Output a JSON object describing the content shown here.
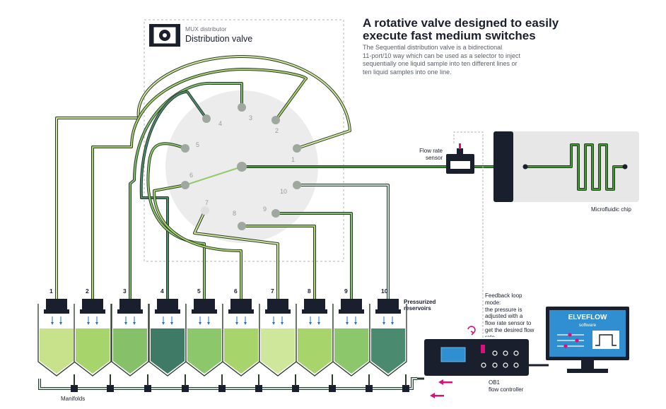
{
  "headline": {
    "line1": "A rotative valve designed to easily",
    "line2": "execute fast medium switches"
  },
  "description": {
    "line1": "The Sequential distribution valve is a bidirectional",
    "line2": "11-port/10 way which can be used as a selector to inject",
    "line3": "sequentially one liquid sample into ten different lines or",
    "line4": "ten liquid samples into one line."
  },
  "mux": {
    "category": "MUX distributor",
    "title": "Distribution valve",
    "icon": "valve-icon"
  },
  "valve_ports": [
    "1",
    "2",
    "3",
    "4",
    "5",
    "6",
    "7",
    "8",
    "9",
    "10"
  ],
  "flow_sensor": {
    "line1": "Flow rate",
    "line2": "sensor"
  },
  "chip": {
    "label": "Microfluidic chip"
  },
  "reservoirs": {
    "label_line1": "Pressurized",
    "label_line2": "reservoirs",
    "numbers": [
      "1",
      "2",
      "3",
      "4",
      "5",
      "6",
      "7",
      "8",
      "9",
      "10"
    ]
  },
  "manifolds": {
    "label": "Manifolds"
  },
  "feedback": {
    "line1": "Feedback loop",
    "line2": "mode:",
    "line3": "the pressure is",
    "line4": "adjusted with a",
    "line5": "flow rate sensor to",
    "line6": "get the desired flow",
    "line7": "rate"
  },
  "controller": {
    "line1": "OB1",
    "line2": "flow controller"
  },
  "software": {
    "brand": "ELVEFLOW",
    "sub": "software"
  },
  "colors": {
    "dark": "#1a1f2e",
    "chip_green": "#3f9a2e",
    "arrow_pink": "#d6127a",
    "screen_blue": "#2f8fd0",
    "valve_disc": "#e9e9e9"
  }
}
